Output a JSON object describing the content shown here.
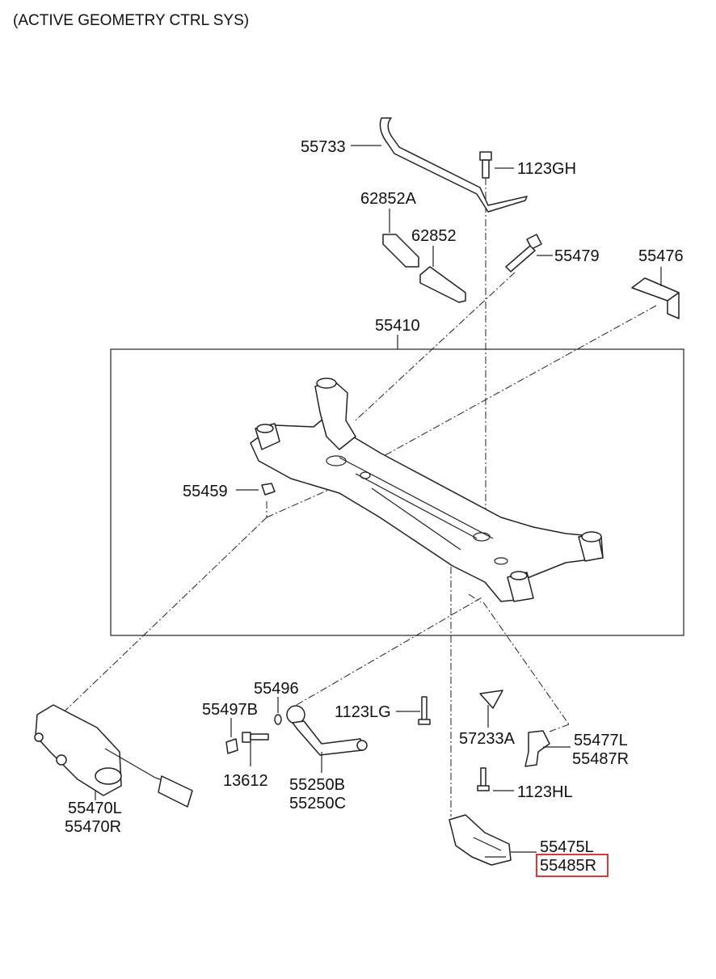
{
  "title": "(ACTIVE GEOMETRY CTRL SYS)",
  "labels": {
    "p55733": "55733",
    "p1123GH": "1123GH",
    "p62852A": "62852A",
    "p62852": "62852",
    "p55479": "55479",
    "p55476": "55476",
    "p55410": "55410",
    "p55459": "55459",
    "p55496": "55496",
    "p55497B": "55497B",
    "p1123LG": "1123LG",
    "p13612": "13612",
    "p55250B": "55250B",
    "p55250C": "55250C",
    "p57233A": "57233A",
    "p55477L": "55477L",
    "p55487R": "55487R",
    "p1123HL": "1123HL",
    "p55470L": "55470L",
    "p55470R": "55470R",
    "p55475L": "55475L",
    "p55485R": "55485R"
  },
  "highlight": {
    "part": "55485R",
    "color": "#d83a3a"
  }
}
